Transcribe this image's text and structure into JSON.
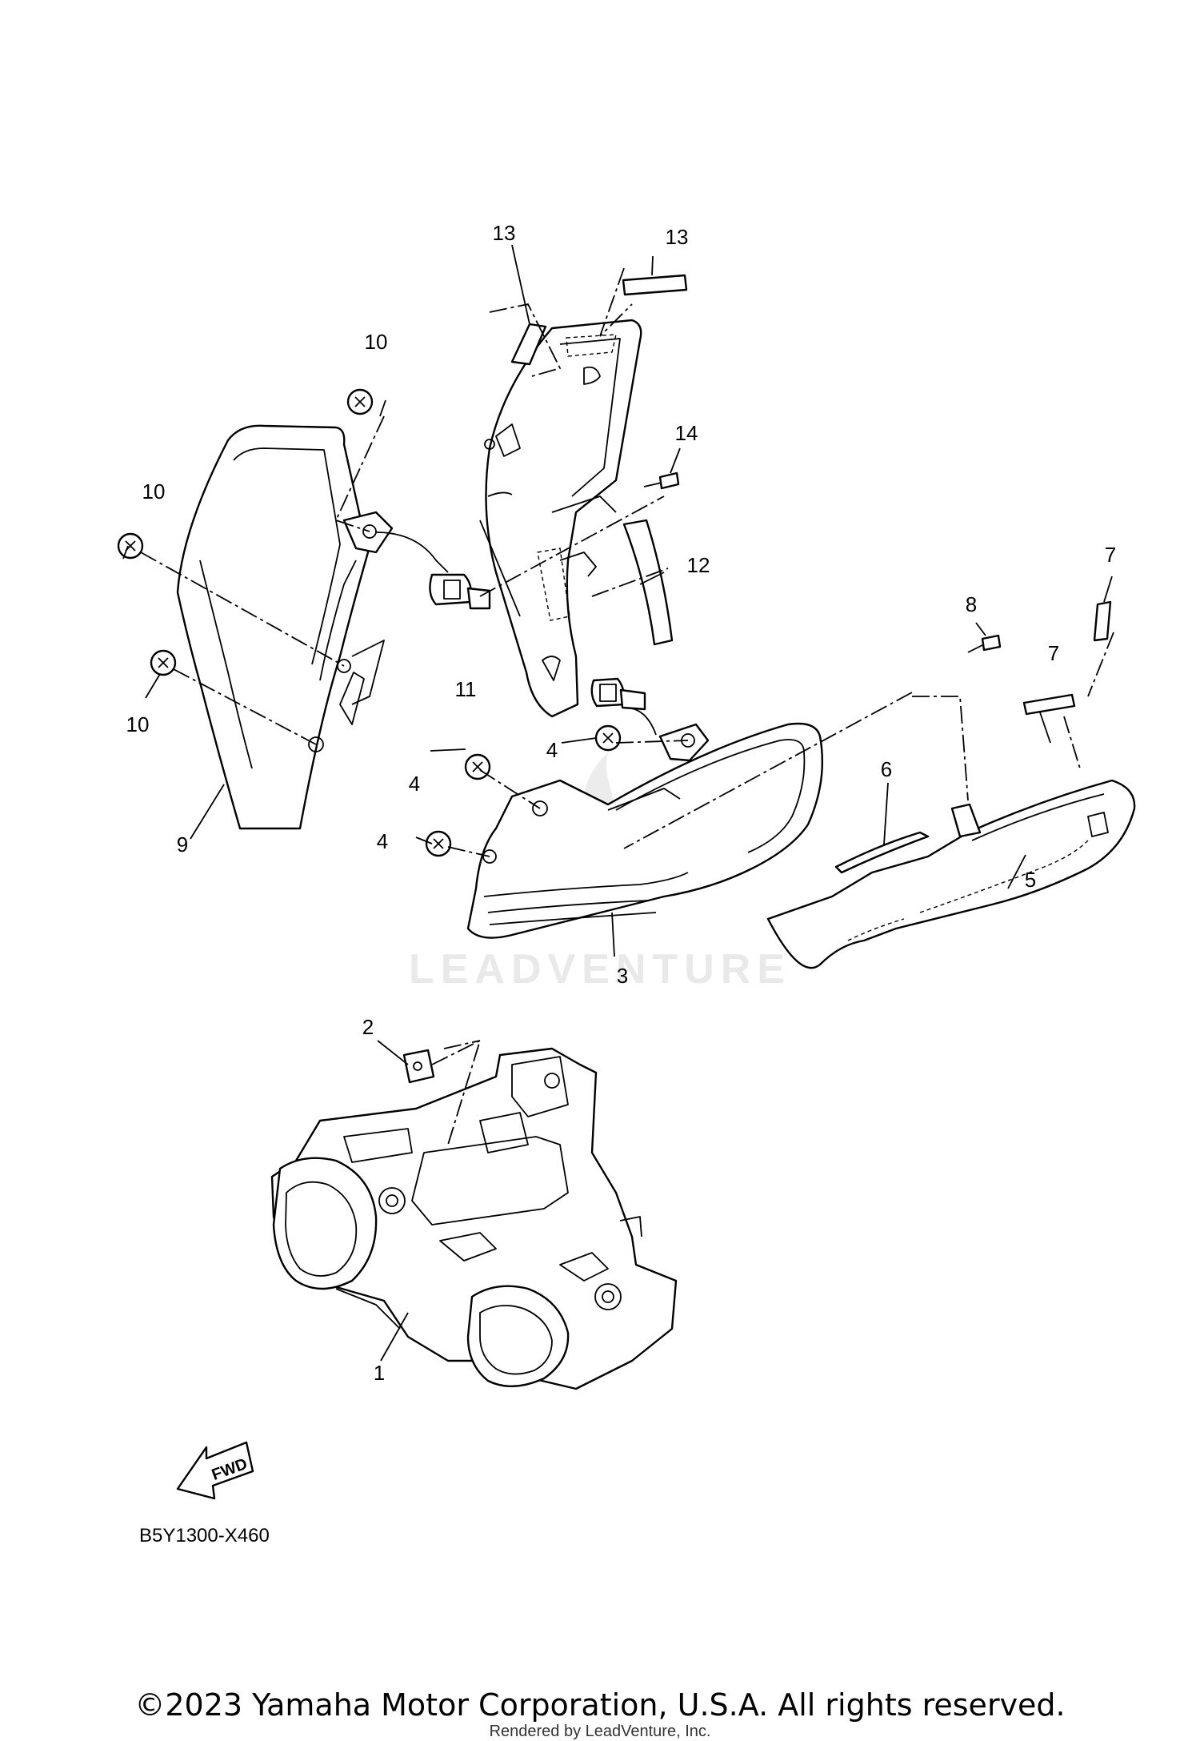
{
  "diagram": {
    "callouts": {
      "c1": "1",
      "c2": "2",
      "c3": "3",
      "c4a": "4",
      "c4b": "4",
      "c4c": "4",
      "c5": "5",
      "c6": "6",
      "c7a": "7",
      "c7b": "7",
      "c8": "8",
      "c9": "9",
      "c10a": "10",
      "c10b": "10",
      "c10c": "10",
      "c11": "11",
      "c12": "12",
      "c13a": "13",
      "c13b": "13",
      "c14": "14"
    },
    "code": "B5Y1300-X460",
    "fwd": "FWD",
    "watermark": "LEADVENTURE"
  },
  "footer": {
    "copyright": "©2023 Yamaha Motor Corporation, U.S.A. All rights reserved.",
    "rendered_by": "Rendered by LeadVenture, Inc."
  },
  "colors": {
    "line": "#000000",
    "background": "#ffffff",
    "watermark": "#e9e9e9"
  }
}
